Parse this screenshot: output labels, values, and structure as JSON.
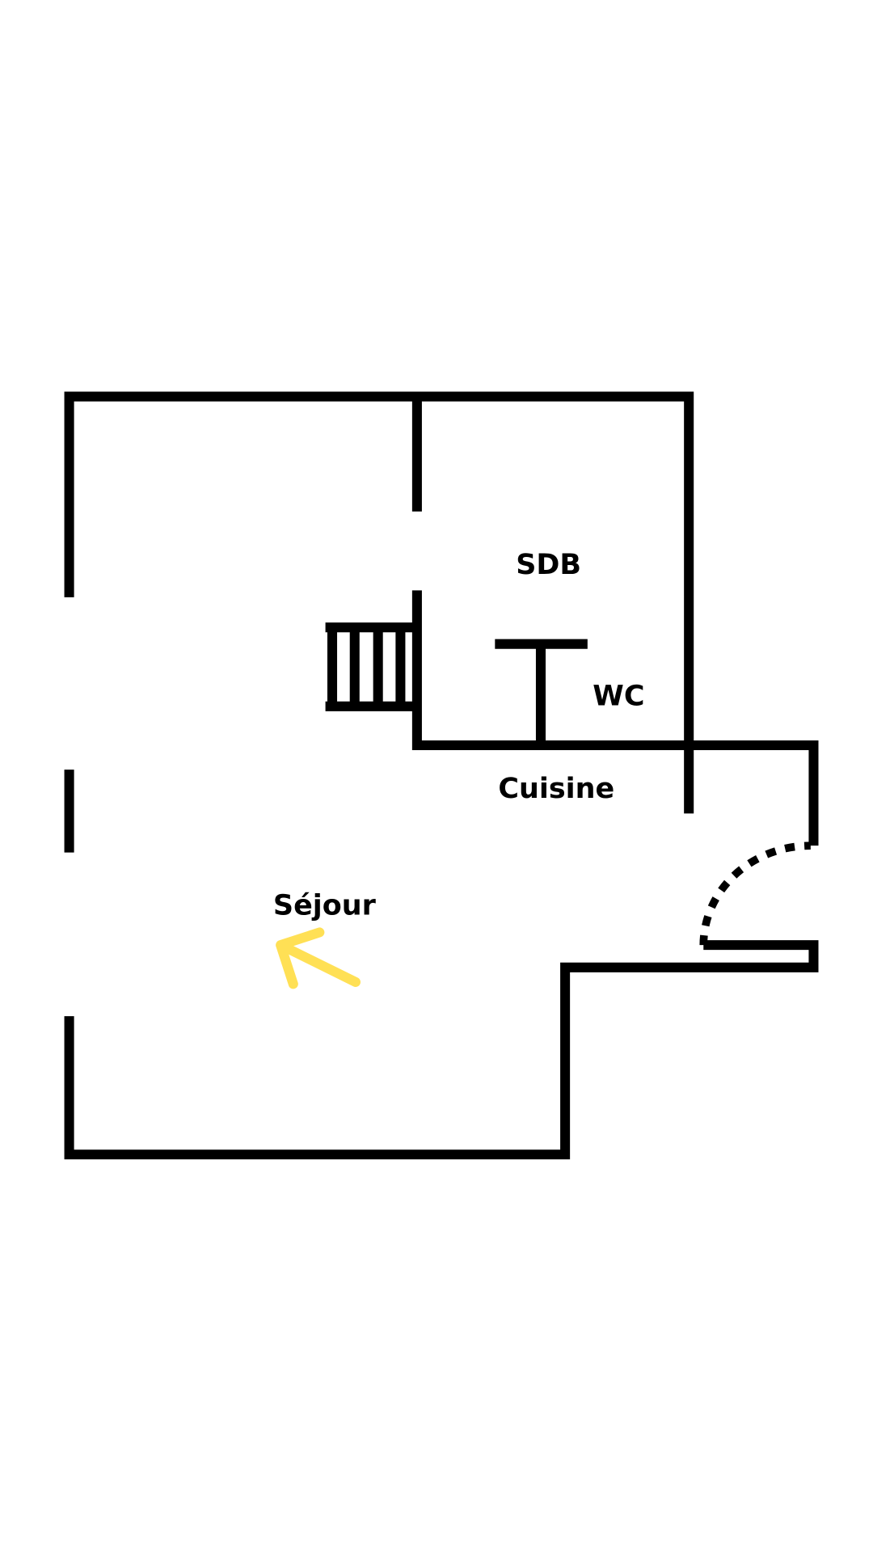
{
  "plan": {
    "rooms": {
      "sdb": "SDB",
      "wc": "WC",
      "cuisine": "Cuisine",
      "sejour": "Séjour"
    },
    "colors": {
      "walls": "#000000",
      "arrow": "#FFE055",
      "background": "#FFFFFF"
    }
  }
}
